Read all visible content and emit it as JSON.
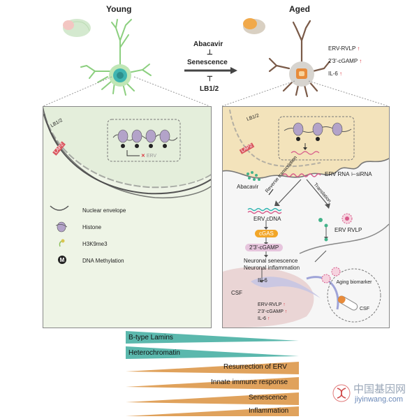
{
  "headers": {
    "young": "Young",
    "aged": "Aged"
  },
  "center": {
    "abacavir": "Abacavir",
    "senescence": "Senescence",
    "lb": "LB1/2"
  },
  "aged_markers": [
    "ERV-RVLP",
    "2'3'-cGAMP",
    "IL-6"
  ],
  "young_panel": {
    "lb": "LB1/2",
    "lap2": "LAP2",
    "erv": "ERV"
  },
  "legend": [
    {
      "icon": "nuclear-envelope-icon",
      "label": "Nuclear envelope"
    },
    {
      "icon": "histone-icon",
      "label": "Histone"
    },
    {
      "icon": "h3k9me3-icon",
      "label": "H3K9me3"
    },
    {
      "icon": "dna-methylation-icon",
      "label": "DNA Methylation"
    }
  ],
  "aged_panel": {
    "lb": "LB1/2",
    "lap2": "LAP2",
    "erv_rna": "ERV RNA",
    "sirna": "siRNA",
    "abacavir": "Abacavir",
    "reverse_transcription": "Reverse transcription",
    "translation": "Translation",
    "erv_cdna": "ERV cDNA",
    "cgas": "cGAS",
    "cgamp": "2'3'-cGAMP",
    "neuronal_senescence": "Neuronal senescence",
    "neuronal_inflammation": "Neuronal inflammation",
    "erv_rvlp": "ERV RVLP",
    "il6": "IL-6",
    "csf": "CSF",
    "csf_markers": [
      "ERV-RVLP",
      "2'3'-cGAMP",
      "IL-6"
    ],
    "aging_biomarker": "Aging biomarker",
    "inset_csf": "CSF"
  },
  "triangles": {
    "decreasing": [
      "B-type Lamins",
      "Heterochromatin"
    ],
    "increasing": [
      "Resurrection of ERV",
      "Innate immune response",
      "Senescence",
      "Inflammation"
    ]
  },
  "watermark": {
    "cn": "中国基因网",
    "url": "jiyinwang.com"
  },
  "colors": {
    "teal": "#5bb8ad",
    "orange": "#e0a25c",
    "red_arrow": "#d9313b",
    "nucleus_green": "#e9f0df",
    "aged_nucleus": "#f2e2b8",
    "cgas": "#f2a628",
    "cgamp": "#e6c5dd"
  }
}
